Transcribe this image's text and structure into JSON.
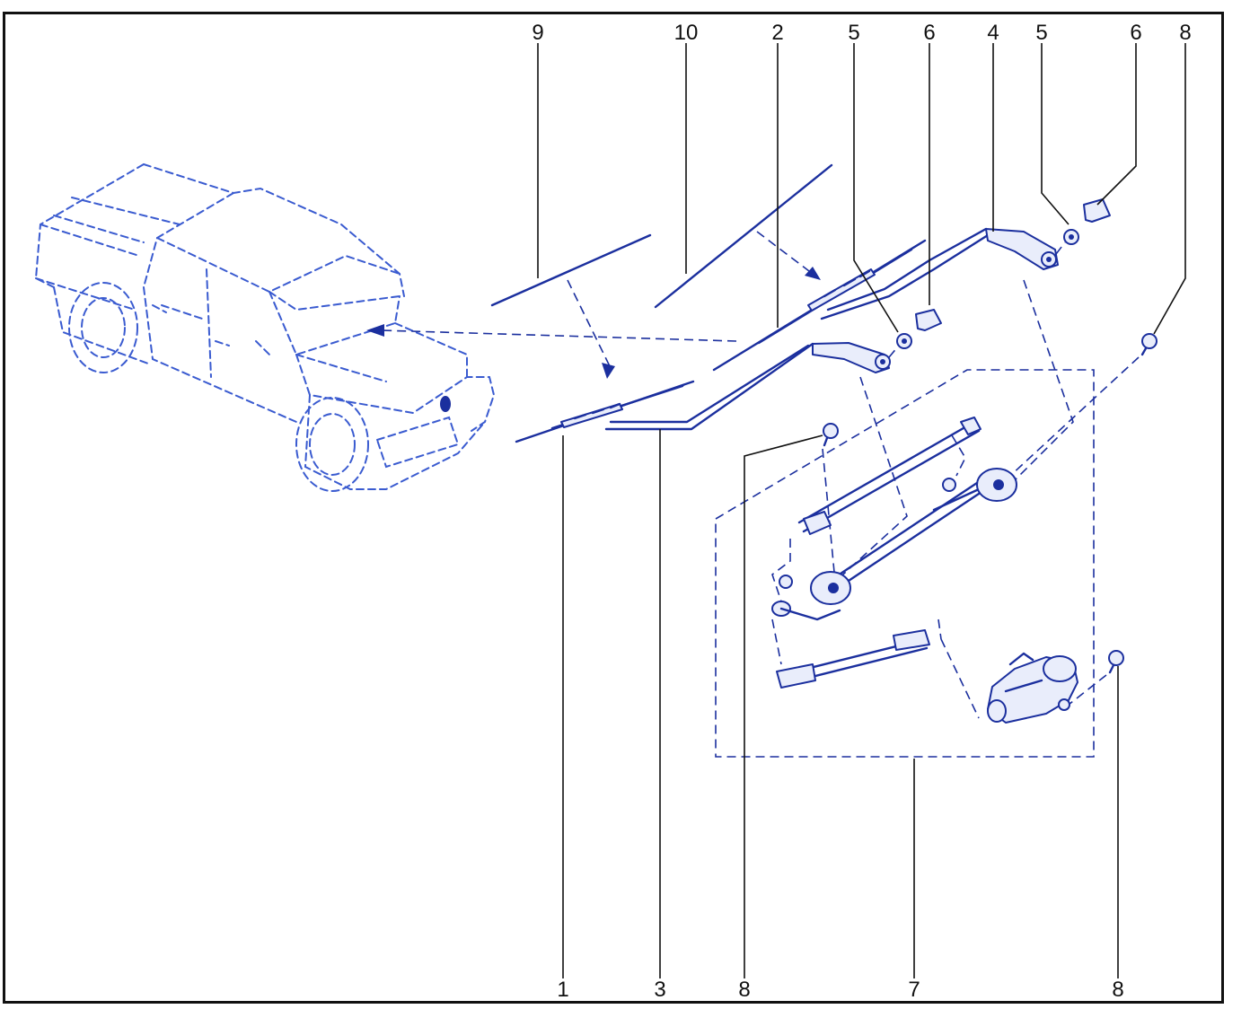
{
  "colors": {
    "ink": "#1b2f9e",
    "ghost": "#3a5bd0",
    "part_fill": "#e9edfb",
    "label": "#111111"
  },
  "callouts": {
    "top_9": "9",
    "top_10": "10",
    "top_2": "2",
    "top_5a": "5",
    "top_6a": "6",
    "top_4": "4",
    "top_5b": "5",
    "top_6b": "6",
    "top_8": "8",
    "bottom_1": "1",
    "bottom_3": "3",
    "bottom_8a": "8",
    "bottom_7": "7",
    "bottom_8b": "8"
  },
  "icons": {
    "vehicle": "vehicle-outline-icon",
    "wiper_motor": "wiper-motor-icon"
  }
}
